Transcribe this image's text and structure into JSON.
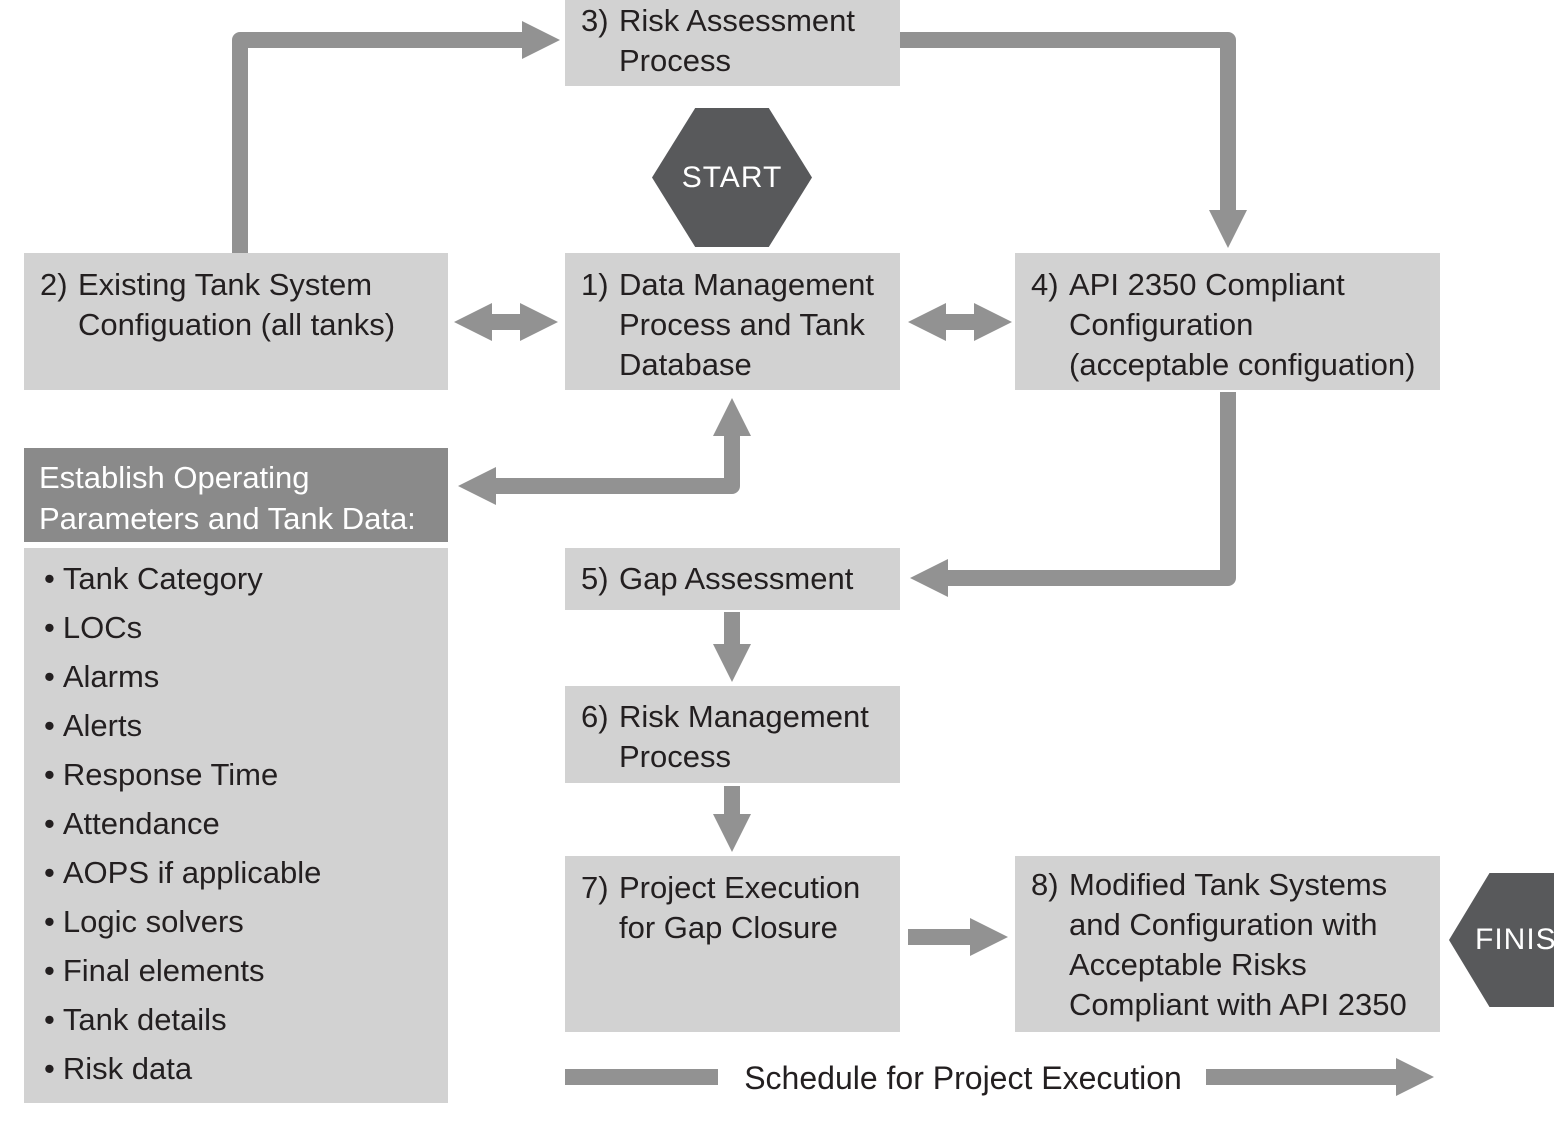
{
  "colors": {
    "box_fill": "#d2d2d2",
    "header_fill": "#8a8a8a",
    "arrow": "#929292",
    "hexagon": "#58595b",
    "text": "#231f20"
  },
  "nodes": {
    "start": {
      "label": "START"
    },
    "finish": {
      "label": "FINISH"
    },
    "box1": {
      "num": "1)",
      "text": "Data Management\nProcess and Tank\nDatabase"
    },
    "box2": {
      "num": "2)",
      "text": "Existing Tank System\nConfiguation (all tanks)"
    },
    "box3": {
      "num": "3)",
      "text": "Risk Assessment\nProcess"
    },
    "box4": {
      "num": "4)",
      "text": "API 2350 Compliant\nConfiguration\n(acceptable configuation)"
    },
    "box5": {
      "num": "5)",
      "text": "Gap Assessment"
    },
    "box6": {
      "num": "6)",
      "text": "Risk Management\nProcess"
    },
    "box7": {
      "num": "7)",
      "text": "Project Execution\nfor Gap Closure"
    },
    "box8": {
      "num": "8)",
      "text": "Modified Tank Systems\nand Configuration with\nAcceptable Risks\nCompliant with API 2350"
    }
  },
  "parameters_panel": {
    "header": "Establish Operating\nParameters and Tank Data:",
    "items": [
      "Tank Category",
      "LOCs",
      "Alarms",
      "Alerts",
      "Response Time",
      "Attendance",
      "AOPS if applicable",
      "Logic solvers",
      "Final elements",
      "Tank details",
      "Risk data"
    ]
  },
  "footer": {
    "schedule_label": "Schedule for Project Execution"
  }
}
